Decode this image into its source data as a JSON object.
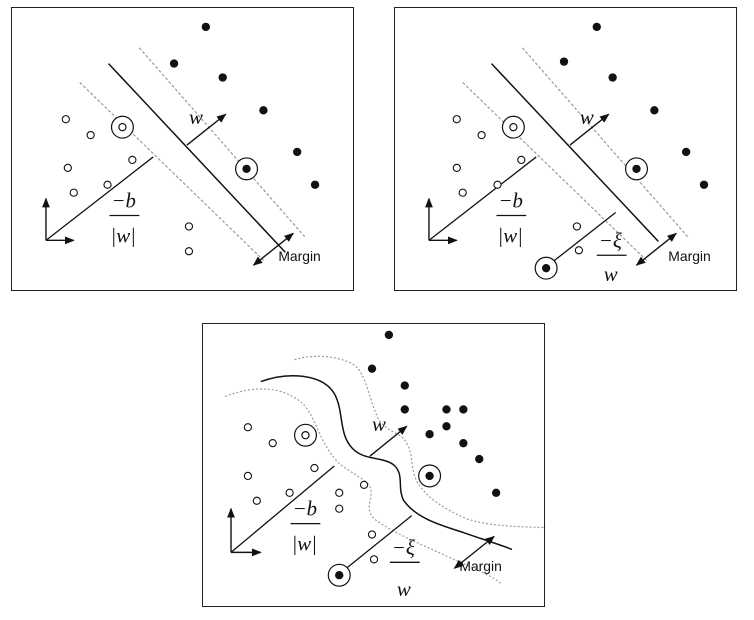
{
  "labels": {
    "weight": "w",
    "bias_numerator": "−b",
    "bias_denominator": "|w|",
    "slack_numerator": "−ξ",
    "slack_denominator": "w",
    "margin": "Margin"
  },
  "colors": {
    "ink": "#111111",
    "margin_line": "#9a9a9a"
  }
}
